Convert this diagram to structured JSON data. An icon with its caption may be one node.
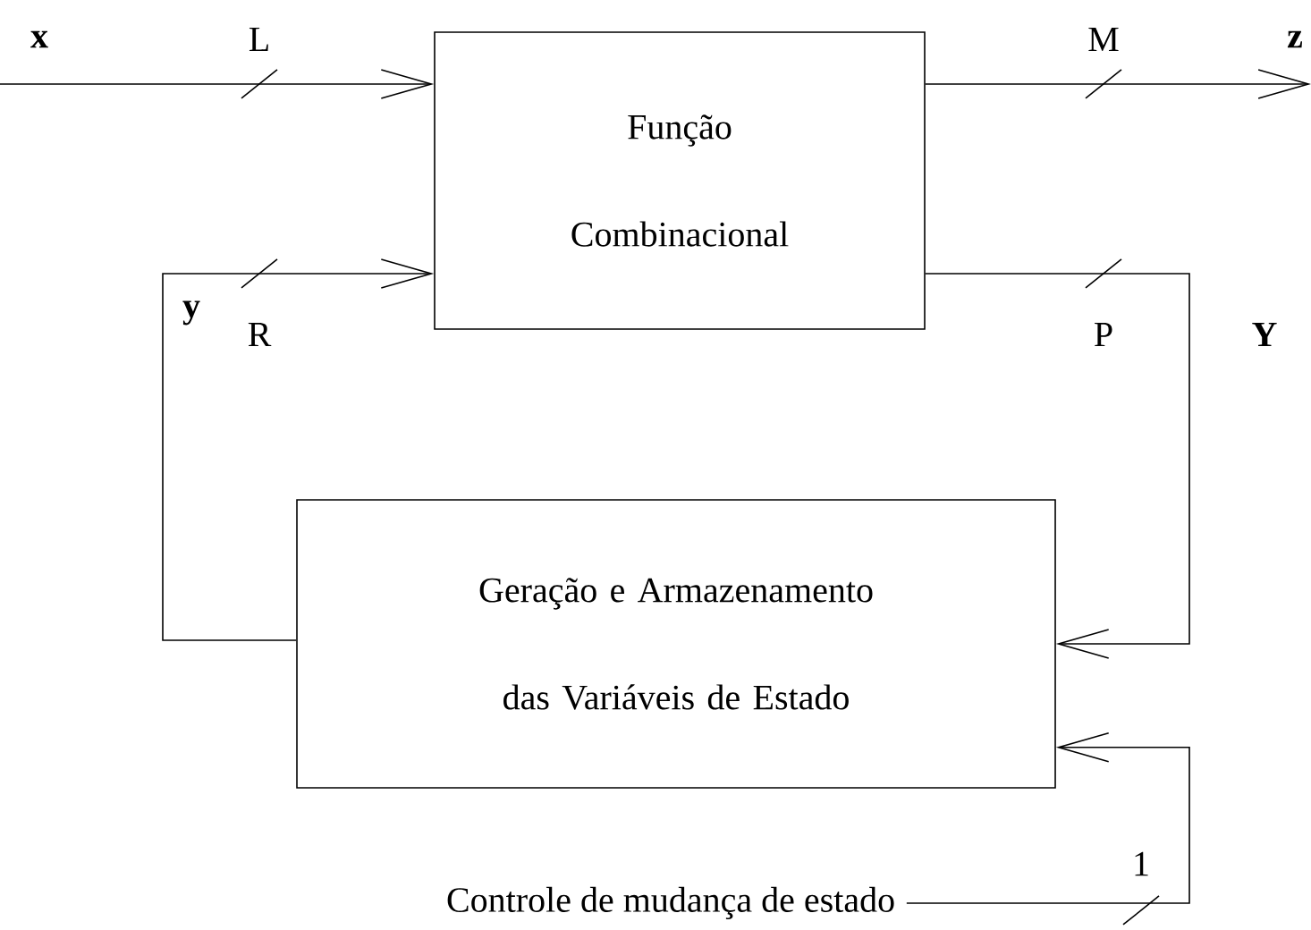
{
  "diagram": {
    "nodes": [
      {
        "text": [
          "Função Combinacional"
        ]
      },
      {
        "text": [
          "Geração e Armazenamento das Variáveis de Estado"
        ]
      },
      {
        "text": [
          "Controle de mudança de estado"
        ]
      }
    ],
    "edges": [
      {
        "from": null,
        "to": 0,
        "arrow": "to",
        "label": "L"
      },
      {
        "from": 0,
        "to": null,
        "arrow": "to",
        "label": "M"
      },
      {
        "from": 1,
        "to": 0,
        "arrow": "to",
        "label": "R"
      },
      {
        "from": 0,
        "to": 1,
        "arrow": "to",
        "label": "P"
      },
      {
        "from": 2,
        "to": 1,
        "arrow": "to",
        "label": "1"
      }
    ],
    "labels": [
      "x",
      "z",
      "y",
      "Y"
    ]
  }
}
